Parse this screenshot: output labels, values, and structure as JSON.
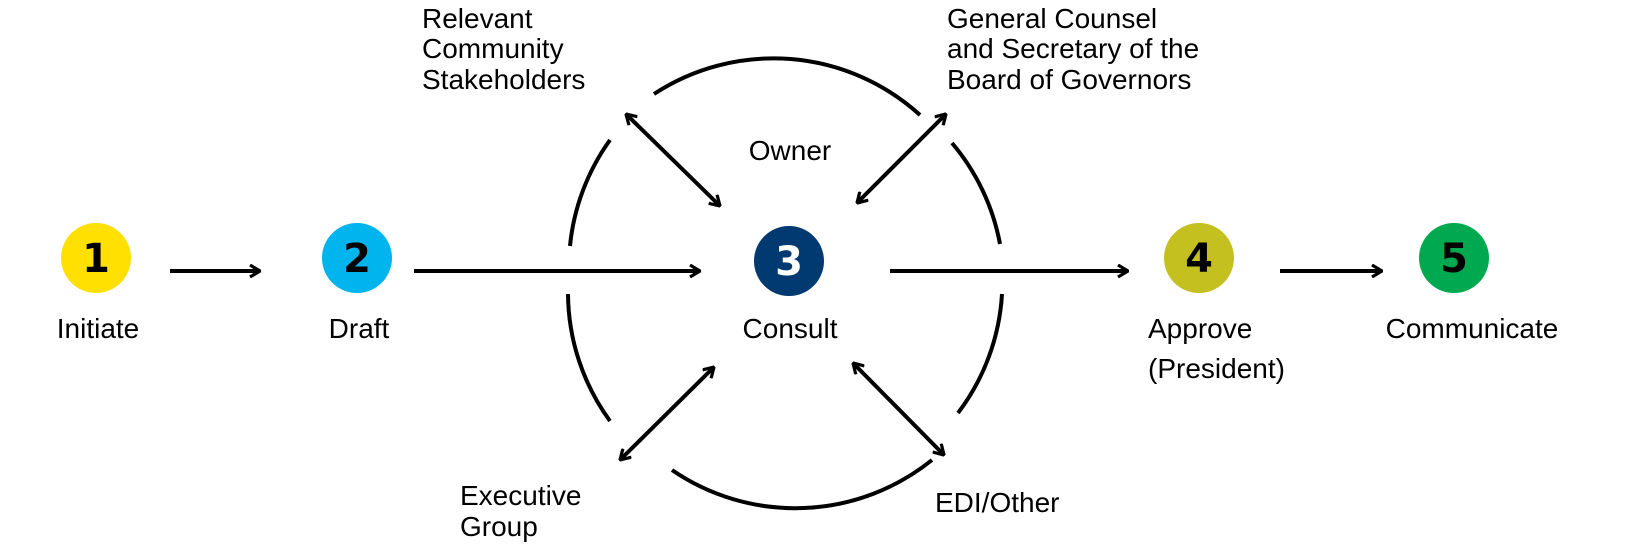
{
  "steps": [
    {
      "number": "1",
      "label": "Initiate",
      "label_line2": "",
      "color": "#FFE000",
      "number_color": "#000000"
    },
    {
      "number": "2",
      "label": "Draft",
      "label_line2": "",
      "color": "#00B4EE",
      "number_color": "#000000"
    },
    {
      "number": "3",
      "label": "Consult",
      "label_line2": "",
      "color": "#003A70",
      "number_color": "#FFFFFF"
    },
    {
      "number": "4",
      "label": "Approve",
      "label_line2": "(President)",
      "color": "#C4C020",
      "number_color": "#000000"
    },
    {
      "number": "5",
      "label": "Communicate",
      "label_line2": "",
      "color": "#00A84F",
      "number_color": "#000000"
    }
  ],
  "consultation": {
    "owner": "Owner",
    "parties": {
      "top_left": [
        "Relevant",
        "Community",
        "Stakeholders"
      ],
      "top_right": [
        "General Counsel",
        "and Secretary of the",
        "Board of Governors"
      ],
      "bottom_left": [
        "Executive",
        "Group"
      ],
      "bottom_right": [
        "EDI/Other"
      ]
    }
  },
  "colors": {
    "line": "#000000",
    "background": "#FFFFFF"
  }
}
